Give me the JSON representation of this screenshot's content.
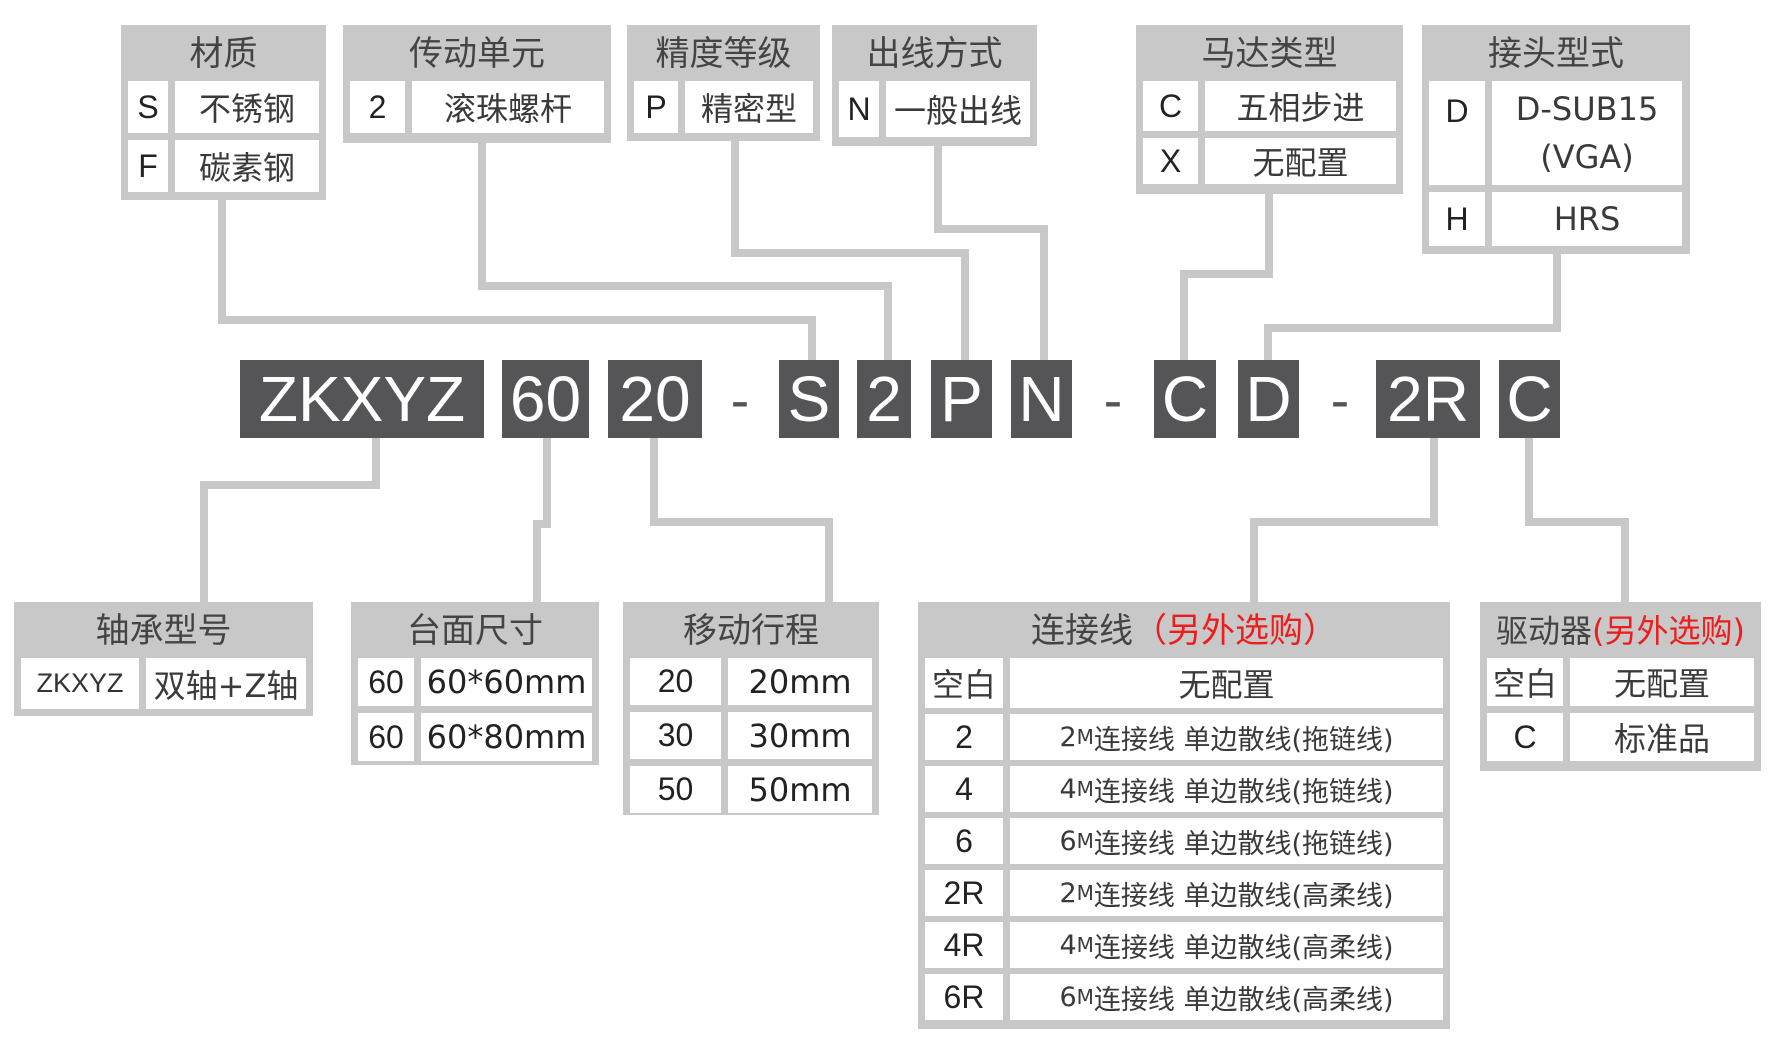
{
  "model_code": {
    "segments": [
      {
        "id": "series",
        "text": "ZKXYZ"
      },
      {
        "id": "table_size",
        "text": "60"
      },
      {
        "id": "stroke",
        "text": "20"
      },
      {
        "id": "dash1",
        "text": "-"
      },
      {
        "id": "material",
        "text": "S"
      },
      {
        "id": "drive",
        "text": "2"
      },
      {
        "id": "precision",
        "text": "P"
      },
      {
        "id": "outlet",
        "text": "N"
      },
      {
        "id": "dash2",
        "text": "-"
      },
      {
        "id": "motor",
        "text": "C"
      },
      {
        "id": "connector",
        "text": "D"
      },
      {
        "id": "dash3",
        "text": "-"
      },
      {
        "id": "cable",
        "text": "2R"
      },
      {
        "id": "driver",
        "text": "C"
      }
    ]
  },
  "top_panels": {
    "material": {
      "title": "材质",
      "rows": [
        {
          "code": "S",
          "desc": "不锈钢"
        },
        {
          "code": "F",
          "desc": "碳素钢"
        }
      ]
    },
    "drive_unit": {
      "title": "传动单元",
      "rows": [
        {
          "code": "2",
          "desc": "滚珠螺杆"
        }
      ]
    },
    "precision": {
      "title": "精度等级",
      "rows": [
        {
          "code": "P",
          "desc": "精密型"
        }
      ]
    },
    "outlet": {
      "title": "出线方式",
      "rows": [
        {
          "code": "N",
          "desc": "一般出线"
        }
      ]
    },
    "motor": {
      "title": "马达类型",
      "rows": [
        {
          "code": "C",
          "desc": "五相步进"
        },
        {
          "code": "X",
          "desc": "无配置"
        }
      ]
    },
    "connector": {
      "title": "接头型式",
      "rows": [
        {
          "code": "D",
          "desc": "D-SUB15",
          "desc2": "(VGA)"
        },
        {
          "code": "H",
          "desc": "HRS"
        }
      ]
    }
  },
  "bottom_panels": {
    "axis_type": {
      "title": "轴承型号",
      "rows": [
        {
          "code": "ZKXYZ",
          "desc": "双轴+Z轴"
        }
      ]
    },
    "table_size": {
      "title": "台面尺寸",
      "rows": [
        {
          "code": "60",
          "desc": "60*60mm"
        },
        {
          "code": "60",
          "desc": "60*80mm"
        }
      ]
    },
    "stroke": {
      "title": "移动行程",
      "rows": [
        {
          "code": "20",
          "desc": "20mm"
        },
        {
          "code": "30",
          "desc": "30mm"
        },
        {
          "code": "50",
          "desc": "50mm"
        }
      ]
    },
    "cable": {
      "title": "连接线",
      "note": "（另外选购）",
      "rows": [
        {
          "code": "空白",
          "desc": "无配置"
        },
        {
          "code": "2",
          "len": "2",
          "unit": "M",
          "desc": "连接线 单边散线(拖链线)"
        },
        {
          "code": "4",
          "len": "4",
          "unit": "M",
          "desc": "连接线 单边散线(拖链线)"
        },
        {
          "code": "6",
          "len": "6",
          "unit": "M",
          "desc": "连接线 单边散线(拖链线)"
        },
        {
          "code": "2R",
          "len": "2",
          "unit": "M",
          "desc": "连接线 单边散线(高柔线)"
        },
        {
          "code": "4R",
          "len": "4",
          "unit": "M",
          "desc": "连接线 单边散线(高柔线)"
        },
        {
          "code": "6R",
          "len": "6",
          "unit": "M",
          "desc": "连接线 单边散线(高柔线)"
        }
      ]
    },
    "driver": {
      "title": "驱动器",
      "note": "(另外选购)",
      "rows": [
        {
          "code": "空白",
          "desc": "无配置"
        },
        {
          "code": "C",
          "desc": "标准品"
        }
      ]
    }
  },
  "colors": {
    "segment_bg": "#555557",
    "panel_bg": "#c8c8c8",
    "note_red": "#ee1c1c",
    "line": "#c8c8c8"
  }
}
